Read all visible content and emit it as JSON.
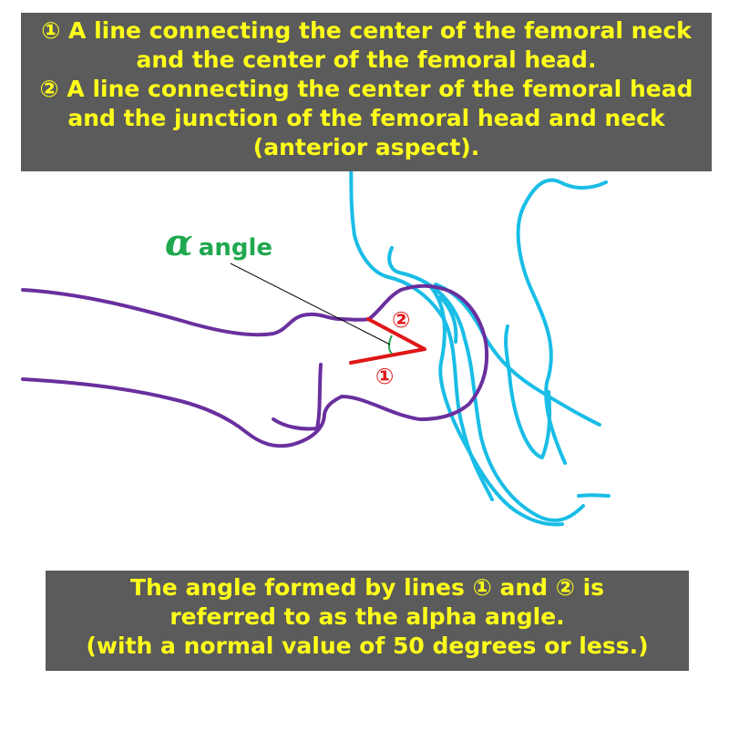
{
  "top_caption": {
    "lines": [
      "① A line connecting the center of the femoral neck",
      "and the center of the femoral head.",
      "② A line connecting the center of the femoral head",
      "and the junction of the femoral head and neck",
      "(anterior aspect)."
    ]
  },
  "alpha_label": {
    "symbol": "α",
    "word": "angle"
  },
  "line_labels": {
    "one": "①",
    "two": "②"
  },
  "bottom_caption": {
    "lines": [
      "The angle formed by lines ① and ② is",
      "referred to as the alpha angle.",
      "(with a normal value of 50 degrees or less.)"
    ]
  },
  "colors": {
    "caption_background": "#5b5b5b",
    "caption_text": "#ffff1a",
    "femur_outline": "#6a2f9e",
    "acetabulum_outline": "#19bde6",
    "measurement_lines": "#e01616",
    "angle_arc": "#1fa84f",
    "leader_line": "#000000"
  }
}
